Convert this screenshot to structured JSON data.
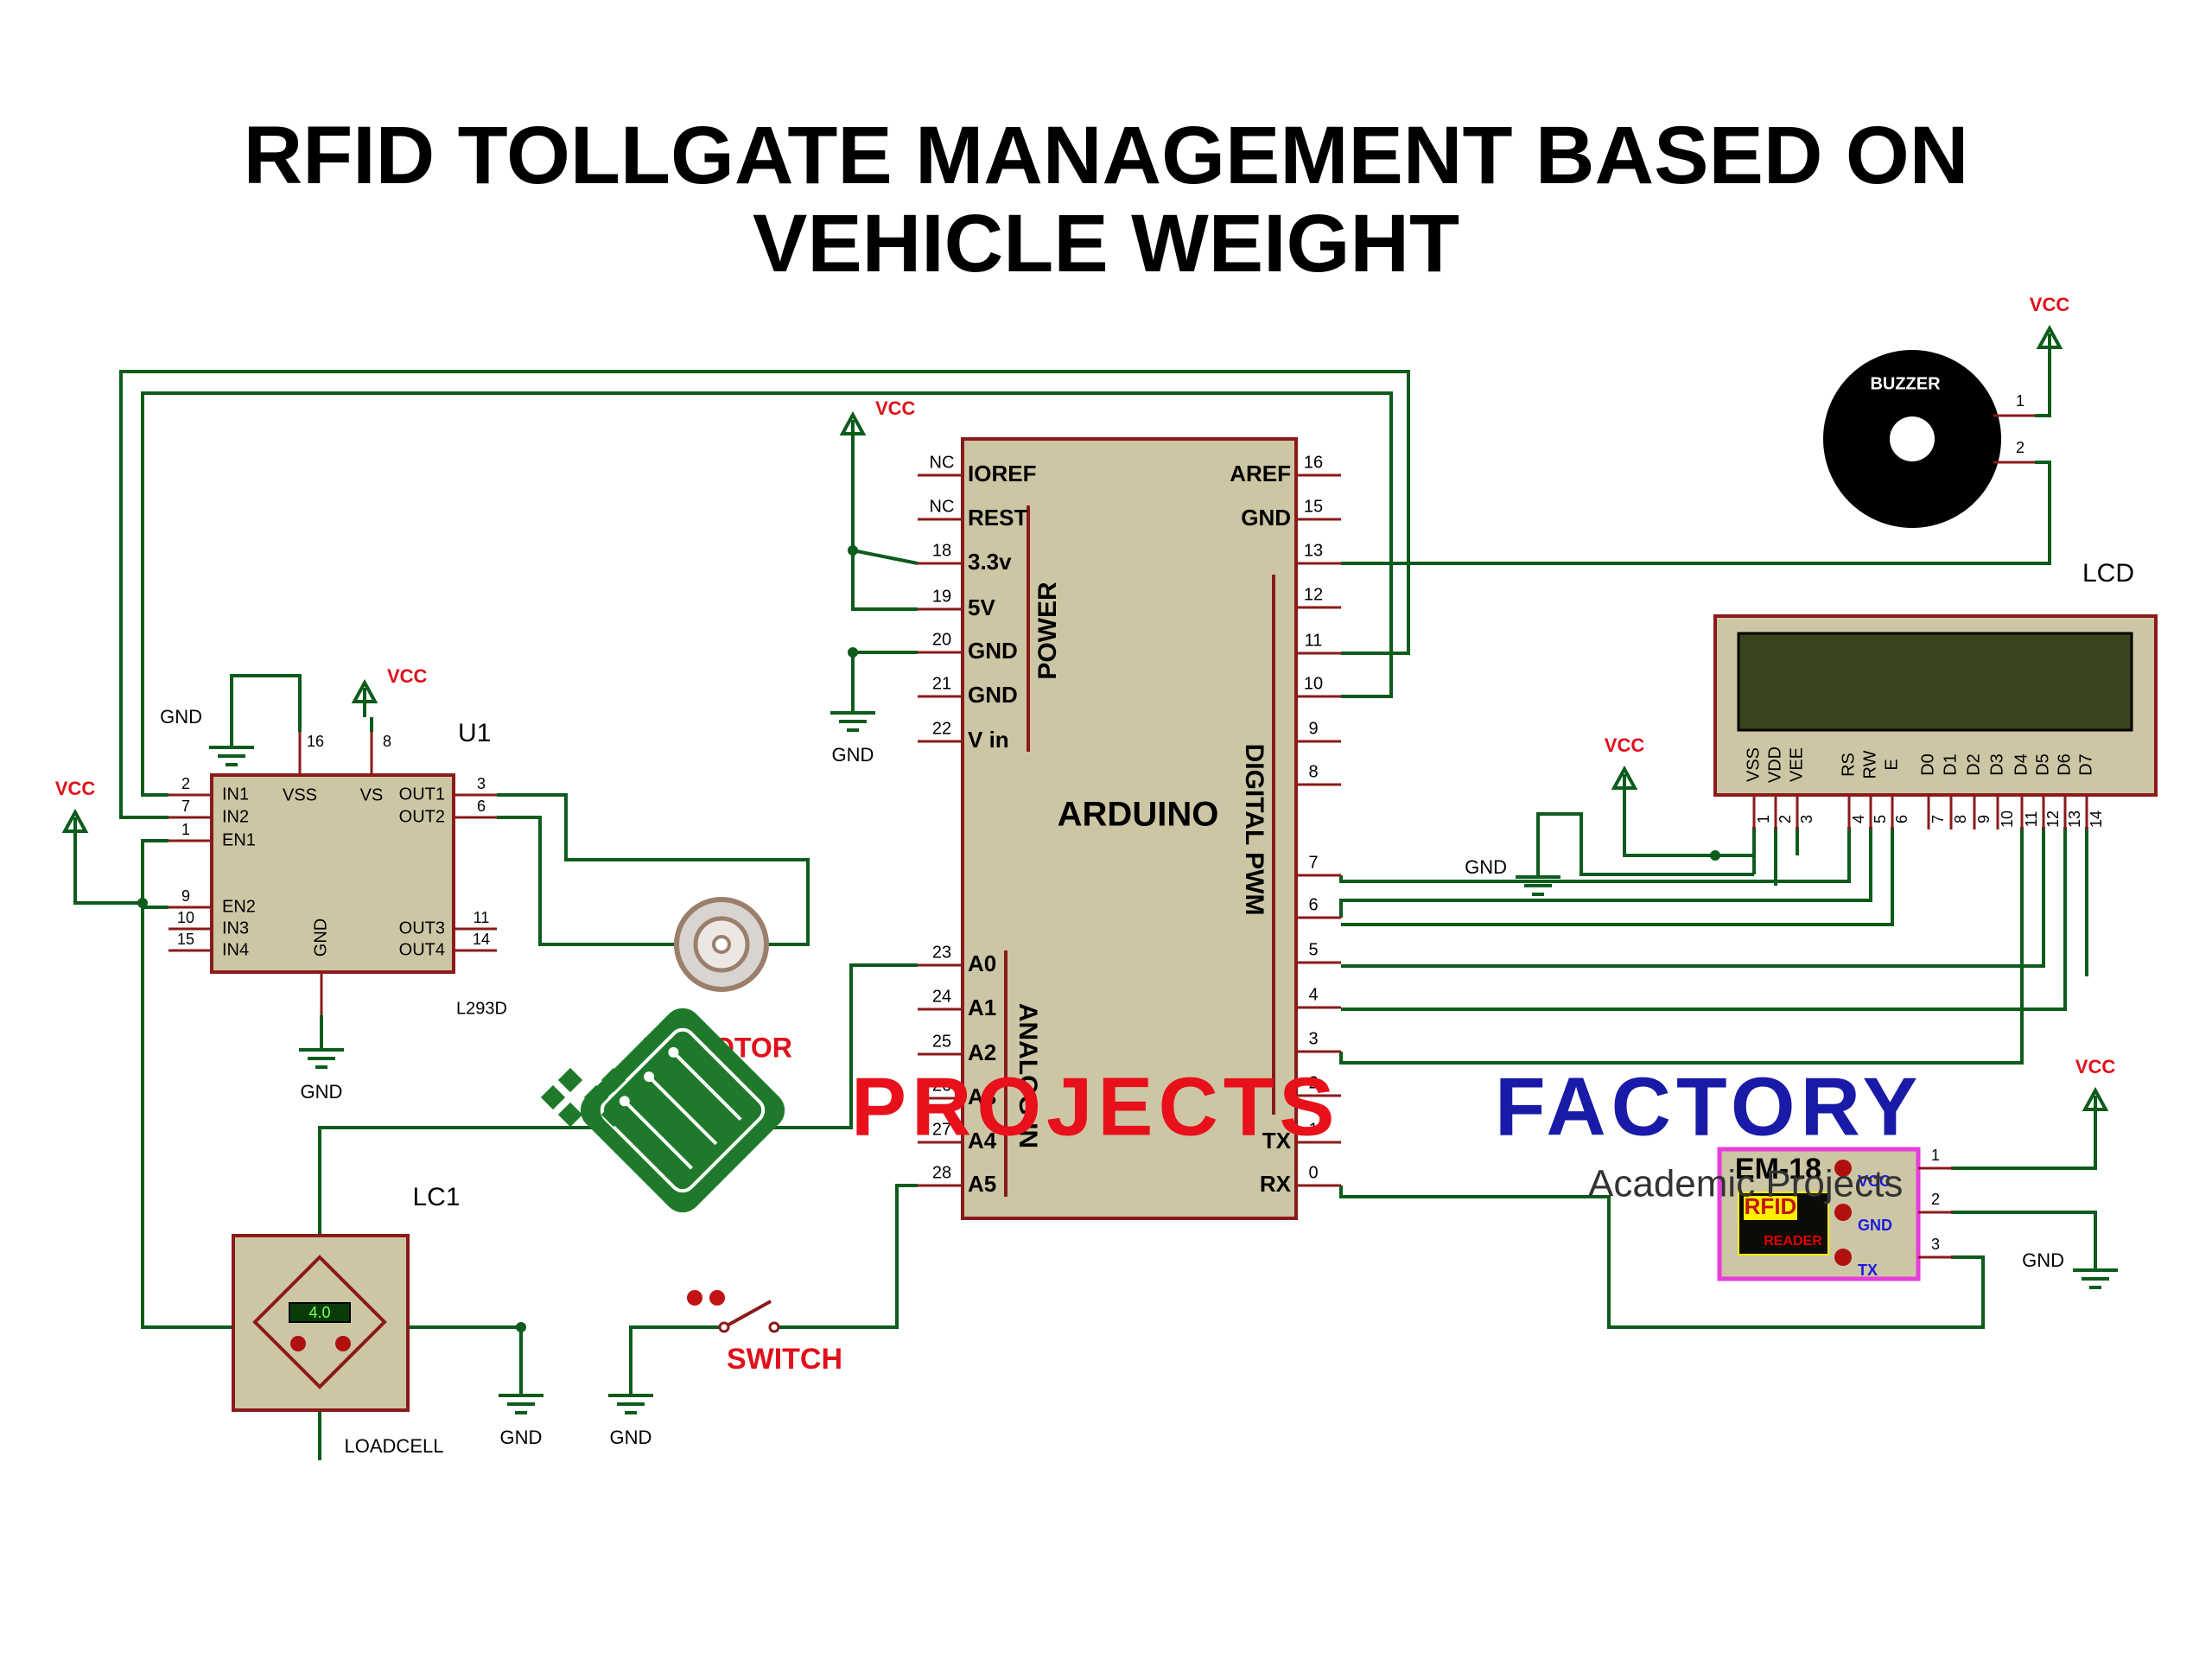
{
  "title": {
    "line1": "RFID TOLLGATE MANAGEMENT BASED ON",
    "line2": "VEHICLE WEIGHT"
  },
  "colors": {
    "wire": "#0d5c1c",
    "part_outline": "#8b1a1a",
    "part_fill": "#cdc6a5",
    "pin": "#8b1a1a",
    "rfid_border": "#e83cdc",
    "rfid_label_fill": "#ffef00",
    "watermark_red": "#e8101a",
    "watermark_blue": "#1a1aa8",
    "lcd_screen": "#39431d"
  },
  "power": {
    "vcc_label": "VCC",
    "gnd_label": "GND"
  },
  "arduino": {
    "name": "ARDUINO",
    "power_label": "POWER",
    "analog_label": "ANALOG IN",
    "digital_label": "DIGITAL PWM",
    "left_pins": [
      {
        "num": "NC",
        "name": "IOREF"
      },
      {
        "num": "NC",
        "name": "REST"
      },
      {
        "num": "18",
        "name": "3.3v"
      },
      {
        "num": "19",
        "name": "5V"
      },
      {
        "num": "20",
        "name": "GND"
      },
      {
        "num": "21",
        "name": "GND"
      },
      {
        "num": "22",
        "name": "V in"
      },
      {
        "num": "23",
        "name": "A0"
      },
      {
        "num": "24",
        "name": "A1"
      },
      {
        "num": "25",
        "name": "A2"
      },
      {
        "num": "26",
        "name": "A3"
      },
      {
        "num": "27",
        "name": "A4"
      },
      {
        "num": "28",
        "name": "A5"
      }
    ],
    "right_pins": [
      {
        "num": "16",
        "name": "AREF"
      },
      {
        "num": "15",
        "name": "GND"
      },
      {
        "num": "13",
        "name": ""
      },
      {
        "num": "12",
        "name": ""
      },
      {
        "num": "11",
        "name": ""
      },
      {
        "num": "10",
        "name": ""
      },
      {
        "num": "9",
        "name": ""
      },
      {
        "num": "8",
        "name": ""
      },
      {
        "num": "7",
        "name": ""
      },
      {
        "num": "6",
        "name": ""
      },
      {
        "num": "5",
        "name": ""
      },
      {
        "num": "4",
        "name": ""
      },
      {
        "num": "3",
        "name": ""
      },
      {
        "num": "2",
        "name": ""
      },
      {
        "num": "1",
        "name": "TX"
      },
      {
        "num": "0",
        "name": "RX"
      }
    ]
  },
  "driver": {
    "ref": "U1",
    "part": "L293D",
    "left_pins": [
      {
        "num": "2",
        "name": "IN1"
      },
      {
        "num": "7",
        "name": "IN2"
      },
      {
        "num": "1",
        "name": "EN1"
      },
      {
        "num": "9",
        "name": "EN2"
      },
      {
        "num": "10",
        "name": "IN3"
      },
      {
        "num": "15",
        "name": "IN4"
      }
    ],
    "right_pins": [
      {
        "num": "3",
        "name": "OUT1"
      },
      {
        "num": "6",
        "name": "OUT2"
      },
      {
        "num": "11",
        "name": "OUT3"
      },
      {
        "num": "14",
        "name": "OUT4"
      }
    ],
    "top_pins": [
      {
        "num": "16",
        "name": "VSS"
      },
      {
        "num": "8",
        "name": "VS"
      }
    ],
    "bottom_pin": {
      "name": "GND"
    }
  },
  "motor": {
    "label": "DC MOTOR"
  },
  "loadcell": {
    "ref": "LC1",
    "label": "LOADCELL",
    "display": "4.0"
  },
  "switch": {
    "label": "SWITCH"
  },
  "buzzer": {
    "label": "BUZZER",
    "pins": [
      "1",
      "2"
    ]
  },
  "lcd": {
    "label": "LCD",
    "pins": [
      {
        "num": "1",
        "name": "VSS"
      },
      {
        "num": "2",
        "name": "VDD"
      },
      {
        "num": "3",
        "name": "VEE"
      },
      {
        "num": "4",
        "name": "RS"
      },
      {
        "num": "5",
        "name": "RW"
      },
      {
        "num": "6",
        "name": "E"
      },
      {
        "num": "7",
        "name": "D0"
      },
      {
        "num": "8",
        "name": "D1"
      },
      {
        "num": "9",
        "name": "D2"
      },
      {
        "num": "10",
        "name": "D3"
      },
      {
        "num": "11",
        "name": "D4"
      },
      {
        "num": "12",
        "name": "D5"
      },
      {
        "num": "13",
        "name": "D6"
      },
      {
        "num": "14",
        "name": "D7"
      }
    ]
  },
  "rfid": {
    "name": "EM-18",
    "badge": "RFID",
    "sub": "READER",
    "pins": [
      {
        "num": "1",
        "name": "VCC"
      },
      {
        "num": "2",
        "name": "GND"
      },
      {
        "num": "3",
        "name": "TX"
      }
    ]
  },
  "watermark": {
    "word1": "PROJECTS",
    "word2": "FACTORY",
    "tagline": "Academic Projects"
  }
}
